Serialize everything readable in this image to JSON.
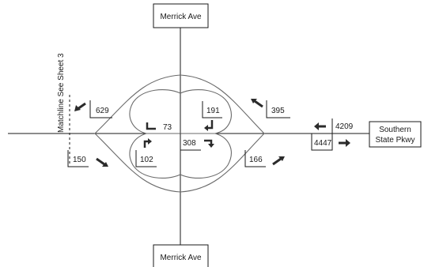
{
  "streets": {
    "north": "Merrick Ave",
    "south": "Merrick Ave",
    "east_line1": "Southern",
    "east_line2": "State Pkwy"
  },
  "matchline": "Matchline See Sheet 3",
  "volumes": {
    "nw_ramp": "629",
    "ne_ramp": "395",
    "east_in": "4209",
    "east_out": "4447",
    "sw_ramp": "150",
    "se_ramp": "166",
    "inner_west": "73",
    "inner_ne": "191",
    "inner_sw": "102",
    "inner_center": "308"
  },
  "icons": {
    "nw_ramp": "arrow-southwest-icon",
    "ne_ramp": "arrow-northwest-icon",
    "east_in": "arrow-west-icon",
    "east_out": "arrow-east-icon",
    "sw_ramp": "arrow-southeast-icon",
    "se_ramp": "arrow-northeast-icon",
    "inner_west": "turn-left-icon",
    "inner_ne": "turn-down-icon",
    "inner_sw": "turn-up-right-icon",
    "inner_center": "turn-right-down-icon"
  }
}
